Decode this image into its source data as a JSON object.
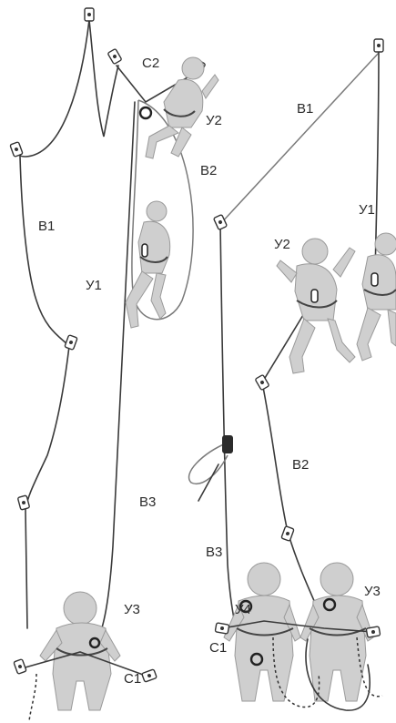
{
  "labels": {
    "left": {
      "c2": "С2",
      "y2": "У2",
      "b2": "В2",
      "b1": "В1",
      "y1": "У1",
      "b3": "В3",
      "y3": "У3",
      "c1": "С1"
    },
    "right": {
      "b1": "В1",
      "y1": "У1",
      "y2": "У2",
      "b2": "В2",
      "b3": "В3",
      "y4": "У4",
      "y3": "У3",
      "c1": "С1"
    }
  }
}
